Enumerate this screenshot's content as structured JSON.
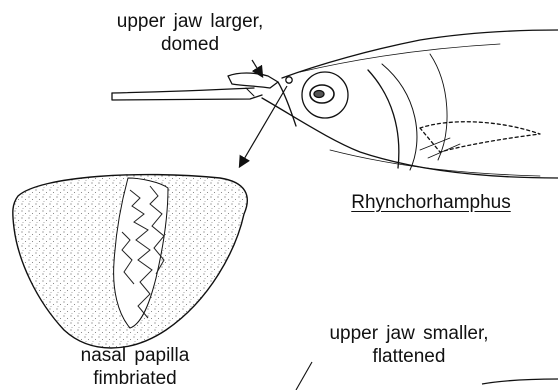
{
  "labels": {
    "upper_jaw_larger_line1": "upper jaw larger,",
    "upper_jaw_larger_line2": "domed",
    "genus": "Rhynchorhamphus",
    "nasal_papilla_line1": "nasal papilla",
    "nasal_papilla_line2": "fimbriated",
    "upper_jaw_smaller_line1": "upper jaw smaller,",
    "upper_jaw_smaller_line2": "flattened"
  },
  "colors": {
    "ink": "#111111",
    "background": "#ffffff"
  }
}
